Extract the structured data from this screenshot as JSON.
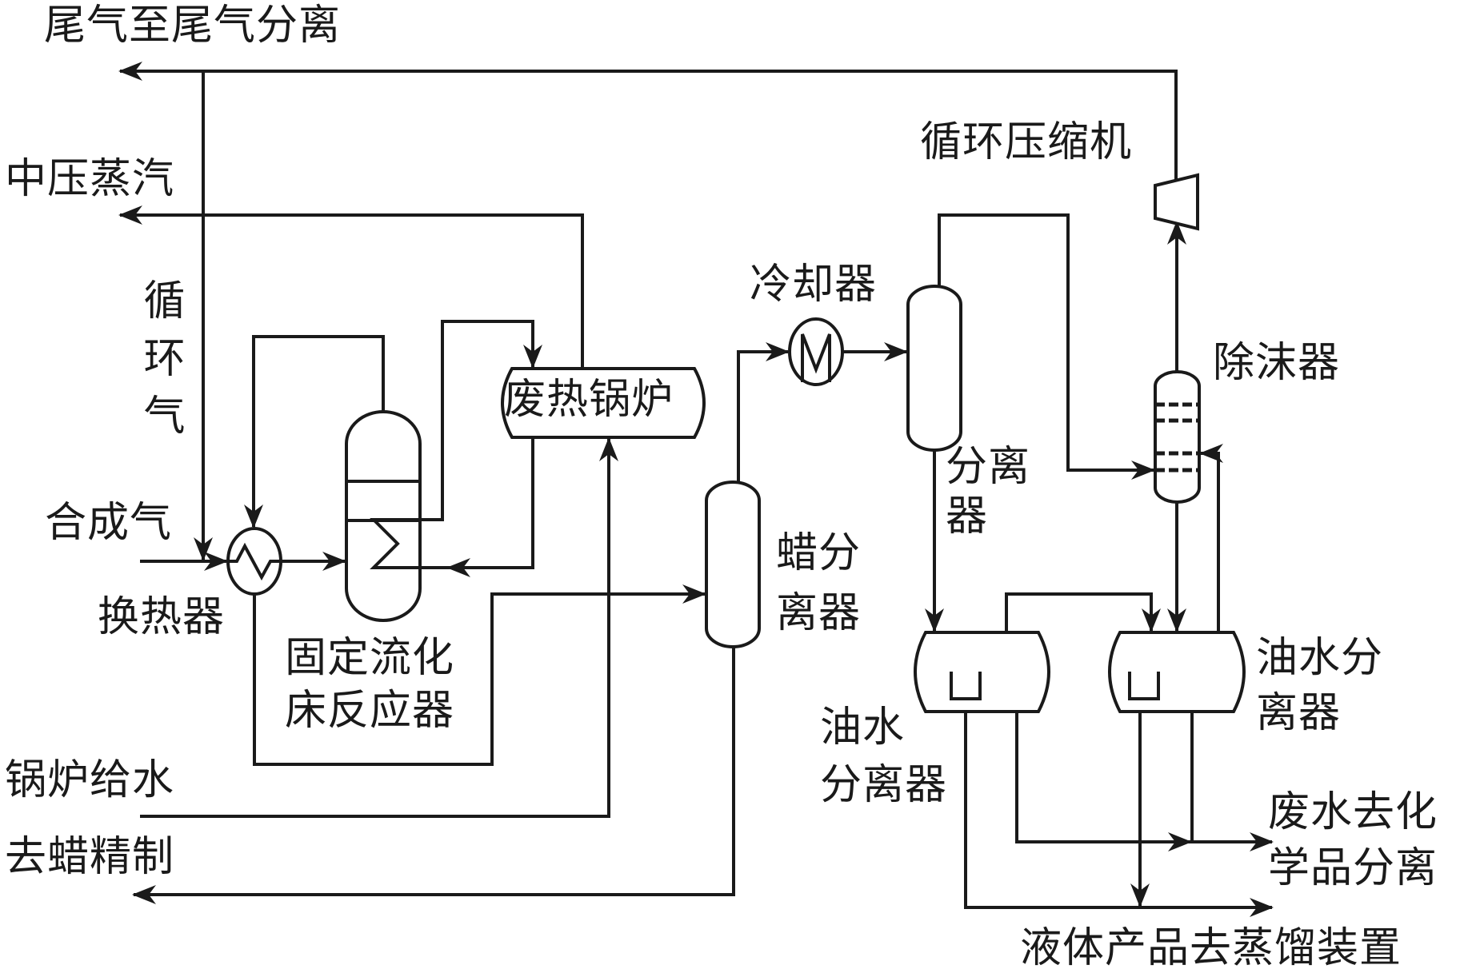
{
  "title": "费托合成固定流化床工艺流程",
  "streams": {
    "tail_gas": "尾气至尾气分离",
    "mp_steam": "中压蒸汽",
    "recycle_gas": "循环气",
    "syngas": "合成气",
    "boiler_feed_water": "锅炉给水",
    "wax_refining": "去蜡精制",
    "wastewater": [
      "废水去化",
      "学品分离"
    ],
    "liquid_product": "液体产品去蒸馏装置"
  },
  "equipment": {
    "heat_exchanger": "换热器",
    "reactor": [
      "固定流化",
      "床反应器"
    ],
    "waste_heat_boiler": "废热锅炉",
    "wax_separator": [
      "蜡分",
      "离器"
    ],
    "cooler": "冷却器",
    "separator": [
      "分离",
      "器"
    ],
    "demister": "除沫器",
    "recycle_compressor": "循环压缩机",
    "oil_water_separator_1": [
      "油水",
      "分离器"
    ],
    "oil_water_separator_2": [
      "油水分",
      "离器"
    ]
  },
  "icons": {
    "heat_exchanger": "heat-exchanger-icon",
    "cooler": "cooler-M-icon",
    "compressor": "compressor-icon"
  },
  "colors": {
    "line": "#1a1a1a",
    "background": "#ffffff"
  }
}
